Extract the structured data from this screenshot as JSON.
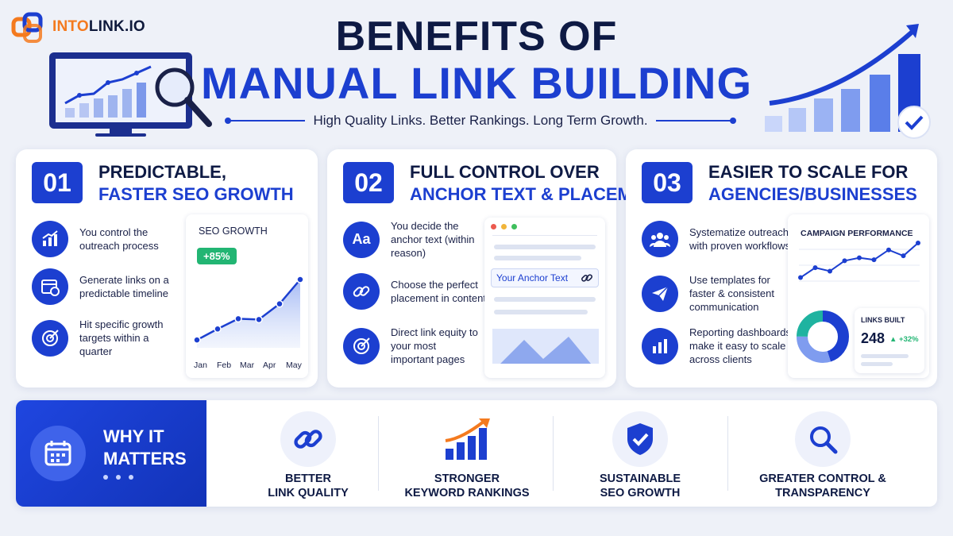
{
  "brand": {
    "name_prefix": "INTO",
    "name_suffix": "LINK.IO"
  },
  "header": {
    "title_line1": "BENEFITS OF",
    "title_line2": "MANUAL LINK BUILDING",
    "tagline": "High Quality Links. Better Rankings. Long Term Growth."
  },
  "colors": {
    "primary": "#1c3fd0",
    "navy": "#0e1a44",
    "accent_orange": "#f47a1f",
    "green": "#22b573",
    "teal": "#1fb3a0"
  },
  "cards": [
    {
      "number": "01",
      "title_line1": "PREDICTABLE,",
      "title_line2": "FASTER SEO GROWTH",
      "features": [
        {
          "icon": "growth-chart-icon",
          "text": "You control the outreach process"
        },
        {
          "icon": "calendar-clock-icon",
          "text": "Generate links on a predictable timeline"
        },
        {
          "icon": "target-icon",
          "text": "Hit specific growth targets within a quarter"
        }
      ],
      "panel": {
        "title": "SEO GROWTH",
        "badge": "+85%",
        "months": [
          "Jan",
          "Feb",
          "Mar",
          "Apr",
          "May"
        ],
        "points": [
          1,
          2.4,
          3.7,
          3.6,
          5.6,
          8.7
        ]
      }
    },
    {
      "number": "02",
      "title_line1": "FULL CONTROL OVER",
      "title_line2": "ANCHOR TEXT & PLACEMENT",
      "features": [
        {
          "icon": "font-aa-icon",
          "label": "Aa",
          "text": "You decide the anchor text (within reason)"
        },
        {
          "icon": "link-icon",
          "text": "Choose the perfect placement in content"
        },
        {
          "icon": "target-icon",
          "text": "Direct link equity to your most important pages"
        }
      ],
      "panel": {
        "anchor_text": "Your Anchor Text"
      }
    },
    {
      "number": "03",
      "title_line1": "EASIER TO SCALE FOR",
      "title_line2": "AGENCIES/BUSINESSES",
      "features": [
        {
          "icon": "team-icon",
          "text": "Systematize outreach with proven workflows"
        },
        {
          "icon": "paper-plane-icon",
          "text": "Use templates for faster & consistent communication"
        },
        {
          "icon": "bar-chart-icon",
          "text": "Reporting dashboards make it easy to scale across clients"
        }
      ],
      "panel": {
        "title": "CAMPAIGN PERFORMANCE",
        "points": [
          2,
          4,
          3.3,
          5.4,
          6,
          5.6,
          7.6,
          6.4,
          9
        ],
        "links_title": "LINKS BUILT",
        "links_value": "248",
        "links_change": "+32%",
        "donut": [
          0.45,
          0.3,
          0.25
        ]
      }
    }
  ],
  "why": {
    "text_line1": "WHY IT",
    "text_line2": "MATTERS"
  },
  "benefits": [
    {
      "icon": "link-icon",
      "line1": "BETTER",
      "line2": "LINK QUALITY"
    },
    {
      "icon": "rising-bars-icon",
      "line1": "STRONGER",
      "line2": "KEYWORD RANKINGS"
    },
    {
      "icon": "shield-check-icon",
      "line1": "SUSTAINABLE",
      "line2": "SEO GROWTH"
    },
    {
      "icon": "magnifier-icon",
      "line1": "GREATER CONTROL &",
      "line2": "TRANSPARENCY"
    }
  ]
}
